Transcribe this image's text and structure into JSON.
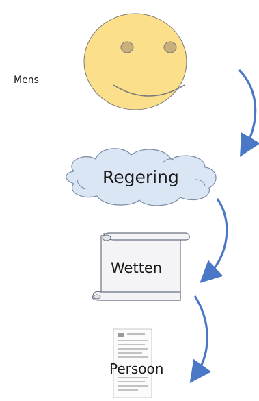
{
  "nodes": {
    "mens": {
      "label": "Mens"
    },
    "regering": {
      "label": "Regering"
    },
    "wetten": {
      "label": "Wetten"
    },
    "persoon": {
      "label": "Persoon"
    }
  },
  "colors": {
    "face_fill": "#fbdf8a",
    "face_stroke": "#7a7a7a",
    "eye_fill": "#c9b07b",
    "cloud_fill": "#dbe6f5",
    "cloud_stroke": "#7a8aa5",
    "scroll_fill": "#f4f4f7",
    "scroll_stroke": "#6b7282",
    "arrow": "#4a77c6",
    "text": "#1a1a1a"
  },
  "icons": {
    "face": "smiley-face-icon",
    "cloud": "cloud-shape",
    "scroll": "scroll-shape",
    "document": "document-form-icon"
  }
}
